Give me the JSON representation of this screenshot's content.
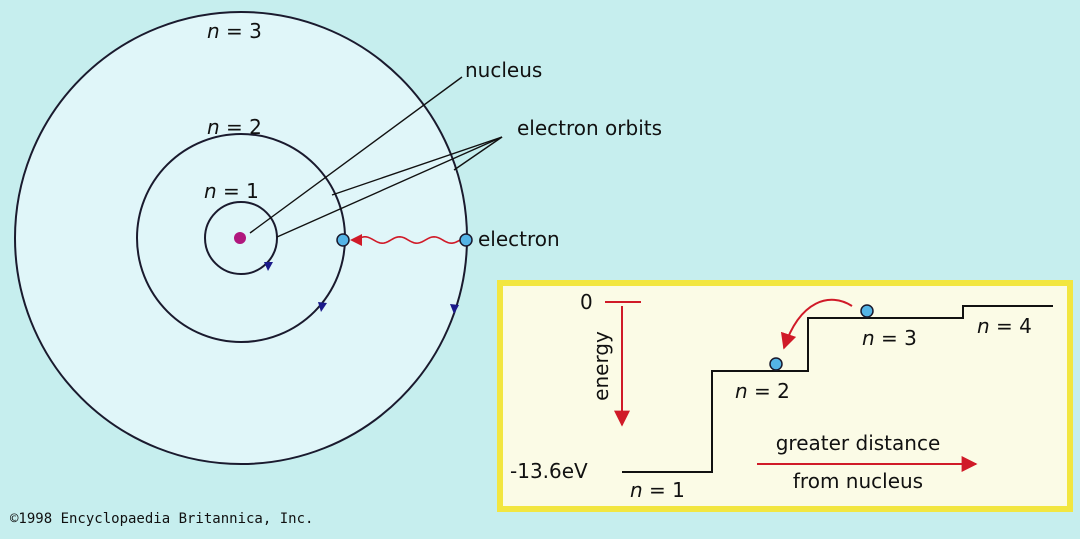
{
  "labels": {
    "nucleus": "nucleus",
    "electron_orbits": "electron orbits",
    "electron": "electron",
    "copyright": "©1998 Encyclopaedia Britannica, Inc."
  },
  "orbits": [
    {
      "n": "n",
      "eq": " = 1"
    },
    {
      "n": "n",
      "eq": " = 2"
    },
    {
      "n": "n",
      "eq": " = 3"
    }
  ],
  "energy_panel": {
    "zero_label": "0",
    "ground_label": "-13.6eV",
    "axis_label": "energy",
    "levels": [
      {
        "n": "n",
        "eq": " = 1"
      },
      {
        "n": "n",
        "eq": " = 2"
      },
      {
        "n": "n",
        "eq": " = 3"
      },
      {
        "n": "n",
        "eq": " = 4"
      }
    ],
    "distance_line1": "greater distance",
    "distance_line2": "from nucleus"
  },
  "colors": {
    "background": "#c6eeee",
    "atom_fill": "#e0f6f9",
    "orbit_stroke": "#1a1a2e",
    "nucleus": "#b0177d",
    "electron": "#54b4e6",
    "photon": "#d01a28",
    "panel_border": "#f2e640",
    "panel_fill": "#fbfbe6"
  }
}
